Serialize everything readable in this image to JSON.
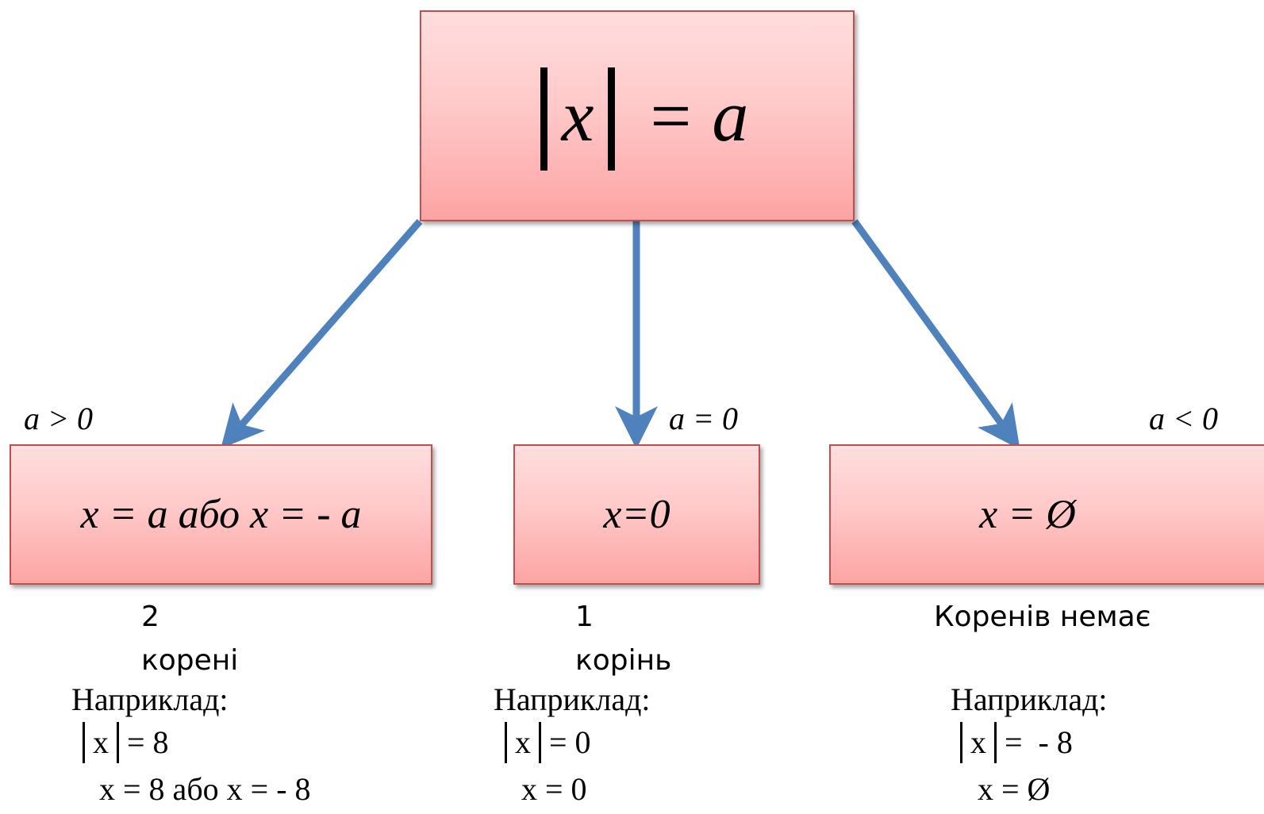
{
  "top": {
    "variable": "x",
    "equals": "=",
    "value": "a"
  },
  "cases": [
    {
      "condition": "a > 0",
      "solution": "x = a або x = - a",
      "count_number": "2",
      "count_word": "корені",
      "example_label": "Наприклад:",
      "example_inner": "x",
      "example_rhs": "= 8",
      "example_result": "x = 8 або x = - 8"
    },
    {
      "condition": "a = 0",
      "solution": "x=0",
      "count_number": "1",
      "count_word": "корінь",
      "example_label": "Наприклад:",
      "example_inner": "x",
      "example_rhs": "= 0",
      "example_result": "x = 0"
    },
    {
      "condition": "a < 0",
      "solution": "x = Ø",
      "count_text": "Коренів немає",
      "example_label": "Наприклад:",
      "example_inner": "x",
      "example_rhs": "=  - 8",
      "example_result": "x = Ø"
    }
  ],
  "colors": {
    "arrow": "#4f81bd",
    "box_border": "#c0504d",
    "box_fill_top": "#ffdede",
    "box_fill_bottom": "#fda4a4"
  }
}
